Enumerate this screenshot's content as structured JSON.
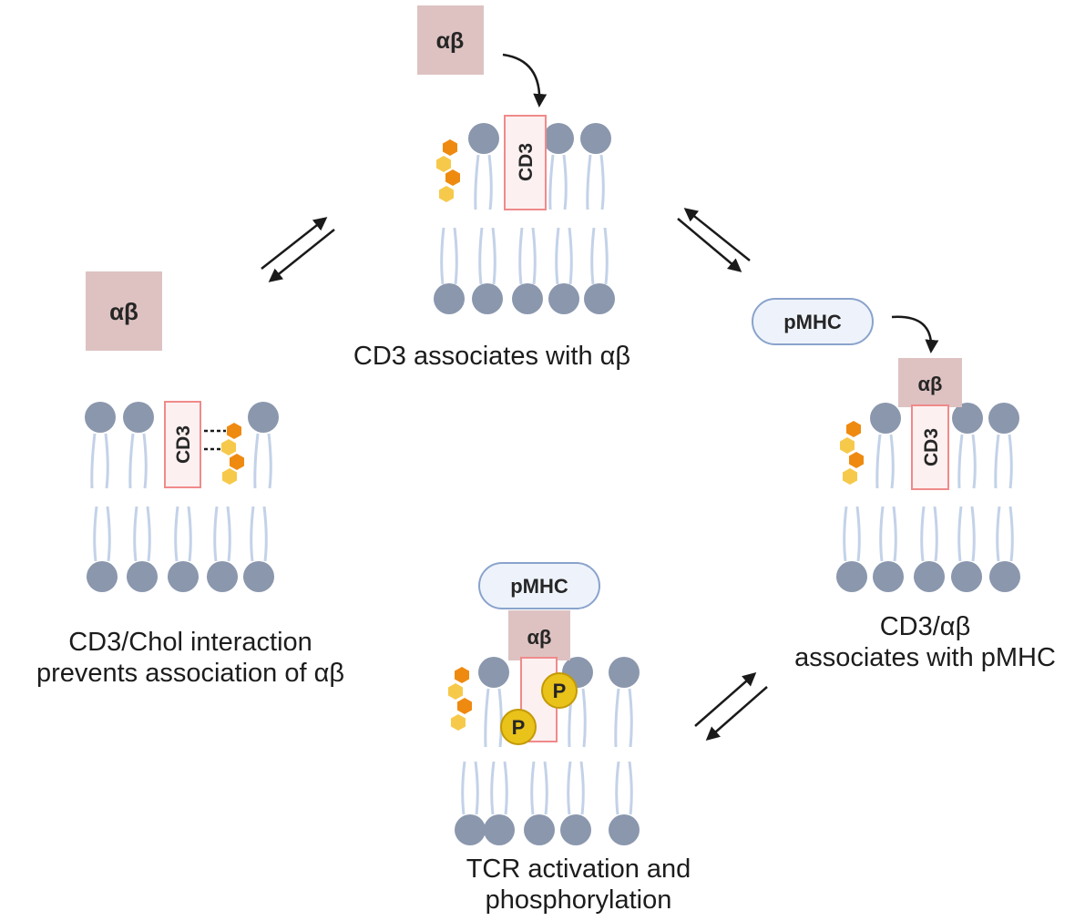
{
  "labels": {
    "ab": "αβ",
    "cd3": "CD3",
    "pmhc": "pMHC",
    "phospho": "P"
  },
  "captions": {
    "top": "CD3 associates with αβ",
    "left_line1": "CD3/Chol interaction",
    "left_line2": "prevents association of αβ",
    "right_line1": "CD3/αβ",
    "right_line2": "associates with pMHC",
    "bottom_line1": "TCR activation and",
    "bottom_line2": "phosphorylation"
  },
  "colors": {
    "lipid_head": "#8a97ad",
    "lipid_tail": "#c3d2e8",
    "ab_box": "#dec2c2",
    "cd3_fill": "#fdf0f0",
    "cd3_border": "#f08a8a",
    "pmhc_fill": "#eef3fb",
    "pmhc_border": "#8aa3cc",
    "chol_dark": "#ef8a10",
    "chol_light": "#f7c94a",
    "phospho_fill": "#e9c21a",
    "phospho_border": "#c39a05",
    "arrow": "#1a1a1a"
  }
}
